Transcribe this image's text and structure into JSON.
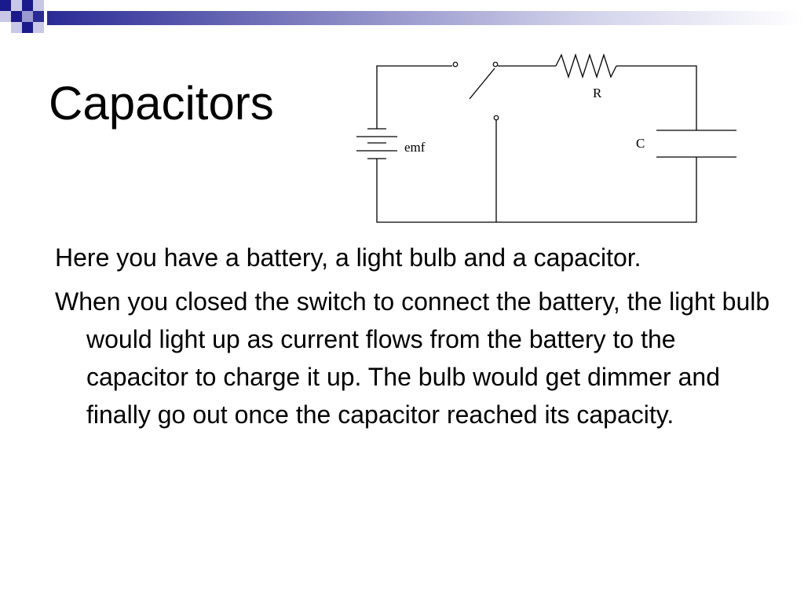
{
  "slide": {
    "title": "Capacitors",
    "paragraphs": [
      "Here you have a battery, a light bulb and a capacitor.",
      "When you closed the switch to connect the battery, the light bulb would light up as current flows from the battery to the capacitor to charge it up. The bulb would get dimmer and finally go out once the capacitor reached its capacity."
    ]
  },
  "circuit": {
    "battery_label": "emf",
    "resistor_label": "R",
    "capacitor_label": "C",
    "wire_color": "#000000"
  },
  "theme": {
    "band_dark": "#1a1a8c",
    "band_mid": "#8a8ac8",
    "band_light": "#d4d4ec"
  }
}
